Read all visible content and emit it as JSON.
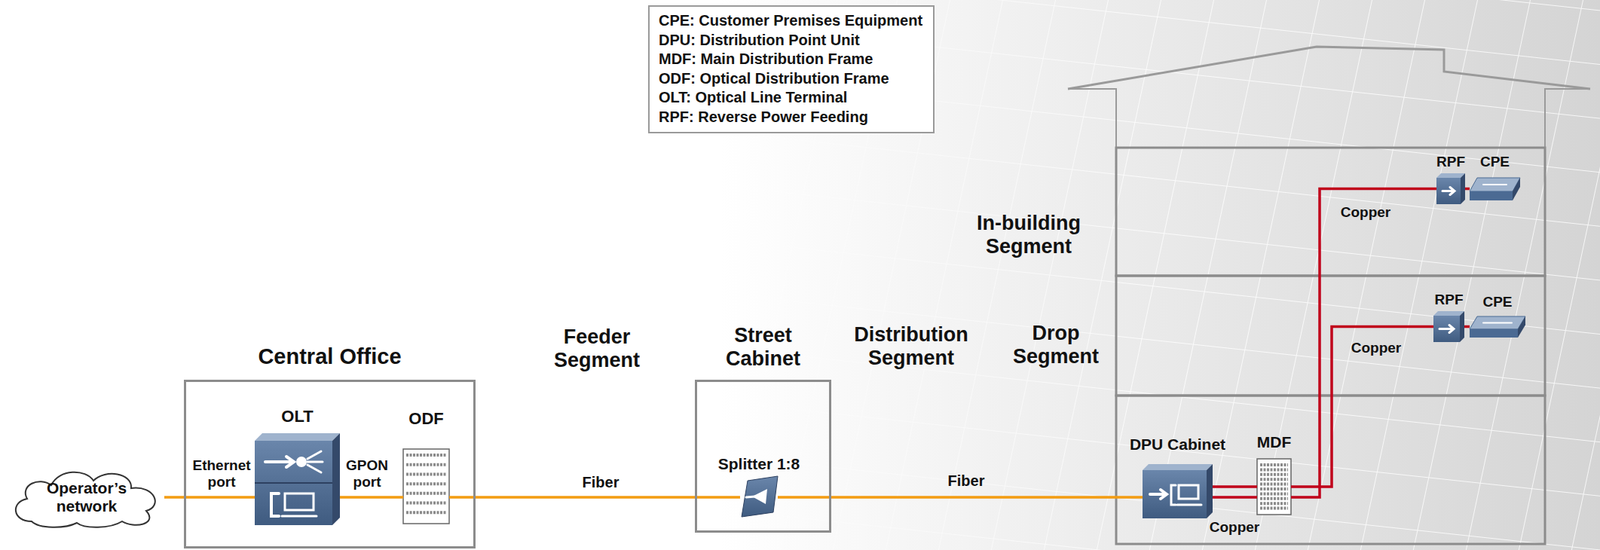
{
  "diagram": {
    "nodes": [
      {
        "text": [
          "CPE: Customer Premises Equipment",
          "DPU: Distribution Point Unit",
          "MDF: Main Distribution Frame",
          "ODF: Optical Distribution Frame",
          "OLT: Optical Line Terminal",
          "RPF: Reverse Power Feeding"
        ]
      },
      {
        "text": [
          "Operator’s network"
        ]
      },
      {
        "text": [
          "Central Office"
        ]
      },
      {
        "text": [
          "OLT"
        ],
        "in": 2
      },
      {
        "text": [
          "ODF"
        ],
        "in": 2
      },
      {
        "text": [
          "Street Cabinet"
        ]
      },
      {
        "text": [
          "Splitter 1:8"
        ],
        "in": 5
      },
      {
        "text": [
          "DPU Cabinet"
        ]
      },
      {
        "text": [
          "MDF"
        ]
      },
      {
        "text": [
          "RPF"
        ]
      },
      {
        "text": [
          "CPE"
        ]
      },
      {
        "text": [
          "RPF"
        ]
      },
      {
        "text": [
          "CPE"
        ]
      }
    ],
    "edges": [
      {
        "from": 1,
        "to": 3,
        "arrow": "none"
      },
      {
        "from": 3,
        "to": 4,
        "arrow": "none"
      },
      {
        "from": 4,
        "to": 6,
        "label": "Fiber",
        "arrow": "none"
      },
      {
        "from": 6,
        "to": 7,
        "label": "Fiber",
        "arrow": "none"
      },
      {
        "from": 7,
        "to": 8,
        "label": "Copper",
        "arrow": "none"
      },
      {
        "from": 8,
        "to": 9,
        "label": "Copper",
        "arrow": "none"
      },
      {
        "from": 8,
        "to": 11,
        "label": "Copper",
        "arrow": "none"
      },
      {
        "from": 9,
        "to": 10,
        "arrow": "none"
      },
      {
        "from": 11,
        "to": 12,
        "arrow": "none"
      }
    ],
    "labels": [
      "Ethernet port",
      "GPON port",
      "Feeder Segment",
      "Distribution Segment",
      "Drop Segment",
      "In-building Segment"
    ]
  }
}
